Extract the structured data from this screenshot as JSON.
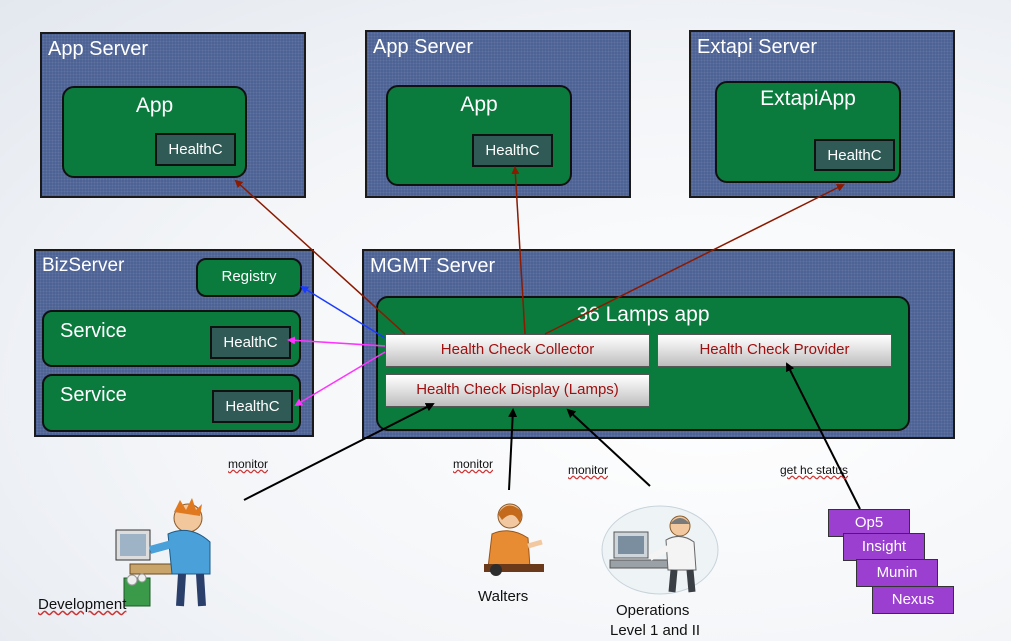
{
  "servers": {
    "app_server_1": {
      "title": "App Server",
      "app_title": "App",
      "hc_label": "HealthC"
    },
    "app_server_2": {
      "title": "App Server",
      "app_title": "App",
      "hc_label": "HealthC"
    },
    "extapi_server": {
      "title": "Extapi Server",
      "app_title": "ExtapiApp",
      "hc_label": "HealthC"
    },
    "biz_server": {
      "title": "BizServer",
      "registry_label": "Registry",
      "services": [
        {
          "label": "Service",
          "hc_label": "HealthC"
        },
        {
          "label": "Service",
          "hc_label": "HealthC"
        }
      ]
    },
    "mgmt_server": {
      "title": "MGMT Server",
      "app_title": "36 Lamps app",
      "collector_label": "Health Check Collector",
      "provider_label": "Health Check Provider",
      "display_label": "Health Check Display (Lamps)"
    }
  },
  "edge_labels": {
    "monitor_dev": "monitor",
    "monitor_walters": "monitor",
    "monitor_ops": "monitor",
    "get_hc_status": "get hc status"
  },
  "actors": {
    "development": "Development",
    "walters": "Walters",
    "operations_line1": "Operations",
    "operations_line2": "Level 1 and II"
  },
  "tools": [
    "Op5",
    "Insight",
    "Munin",
    "Nexus"
  ],
  "colors": {
    "server_bg": "#4d6295",
    "app_green": "#0a7a3d",
    "health_box": "#2f5a55",
    "tool_purple": "#9b3fd1",
    "arrow_red": "#8b1a00",
    "arrow_blue": "#1a3cff",
    "arrow_magenta": "#ff33ff",
    "arrow_black": "#000000"
  }
}
